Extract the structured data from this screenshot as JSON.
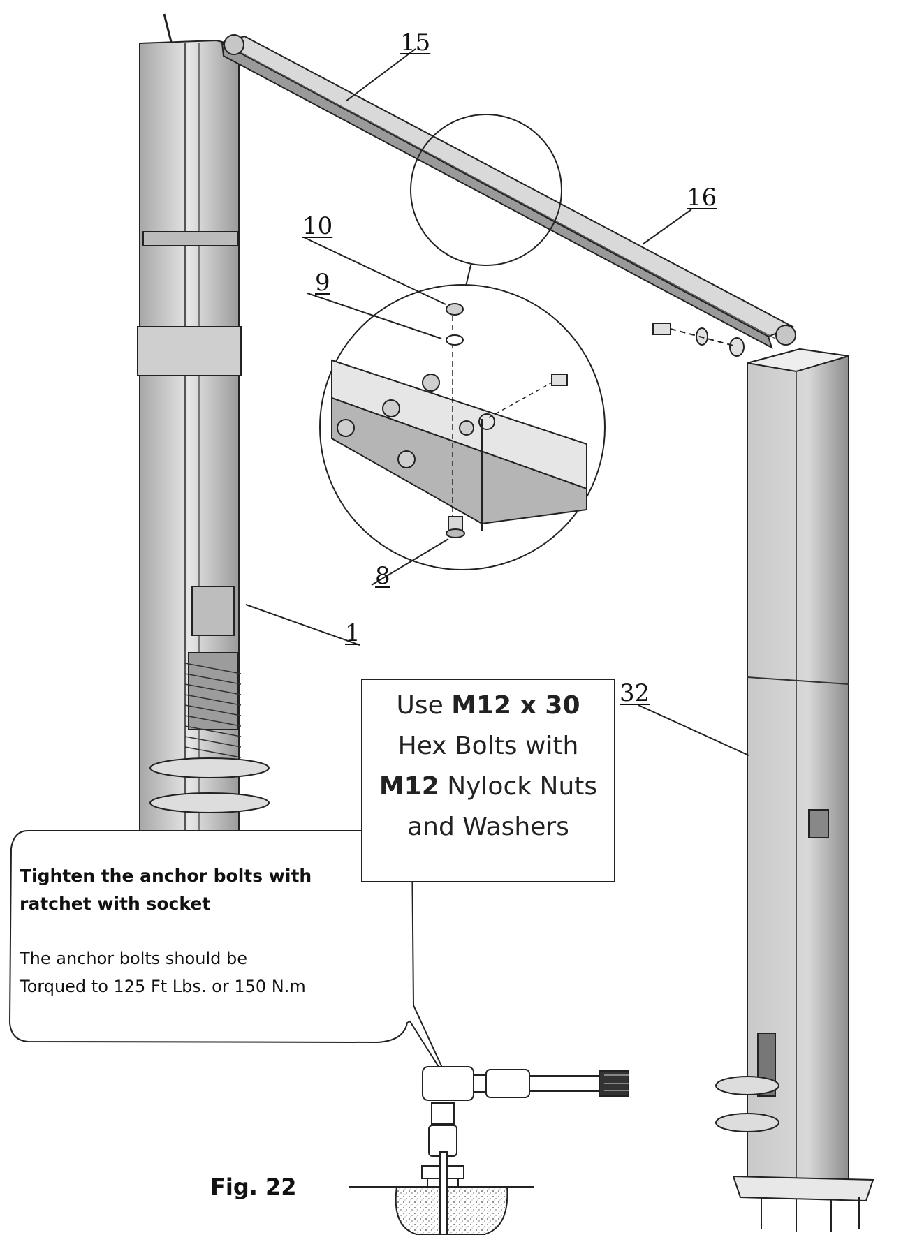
{
  "labels": {
    "part_15": "15",
    "part_16": "16",
    "part_10": "10",
    "part_9": "9",
    "part_8": "8",
    "part_1": "1",
    "part_32": "32"
  },
  "note_box": {
    "line1_prefix": "Use ",
    "line1_bold": "M12 x 30",
    "line2": "Hex Bolts with",
    "line3_bold": "M12",
    "line3_rest": " Nylock Nuts",
    "line4": "and Washers"
  },
  "callout": {
    "title": "Tighten the anchor bolts with ratchet with socket",
    "body": "The anchor bolts should be Torqued to 125 Ft Lbs. or 150 N.m"
  },
  "caption": "Fig. 22"
}
